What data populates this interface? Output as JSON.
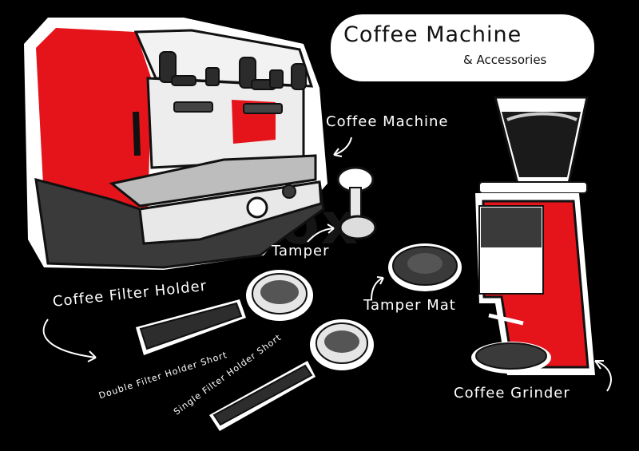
{
  "title": {
    "main": "Coffee Machine",
    "sub": "& Accessories"
  },
  "labels": {
    "coffee_machine": "Coffee Machine",
    "tamper": "Tamper",
    "coffee_filter_holder": "Coffee Filter Holder",
    "double_filter": "Double Filter Holder Short",
    "single_filter": "Single Filter Holder Short",
    "tamper_mat": "Tamper Mat",
    "coffee_grinder": "Coffee Grinder"
  },
  "watermark": "colorbox",
  "colors": {
    "background": "#000000",
    "accent_red": "#e5141b",
    "outline": "#ffffff",
    "dark_gray": "#3a3a3a",
    "light_gray": "#dcdcdc"
  }
}
